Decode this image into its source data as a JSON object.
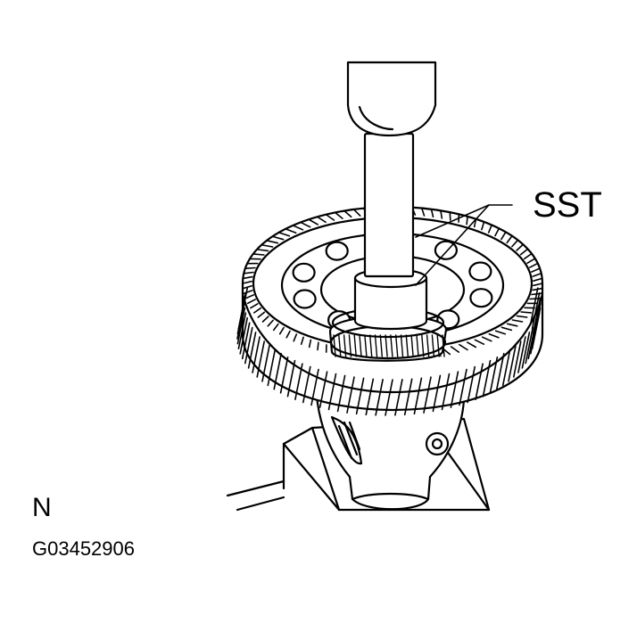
{
  "labels": {
    "sst": "SST",
    "view": "N",
    "figure_code": "G03452906"
  },
  "colors": {
    "ink": "#000000",
    "paper": "#ffffff"
  }
}
